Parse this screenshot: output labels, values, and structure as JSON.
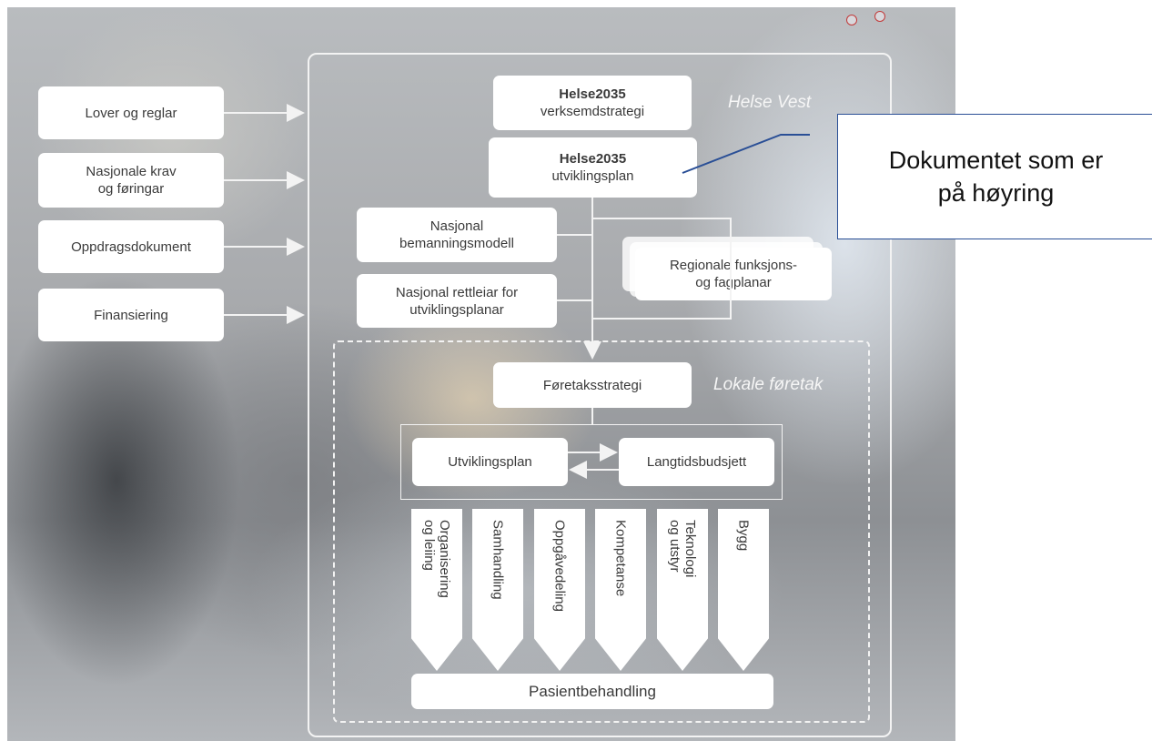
{
  "inputs": [
    {
      "label": "Lover og reglar"
    },
    {
      "label_lines": [
        "Nasjonale krav",
        "og føringar"
      ]
    },
    {
      "label": "Oppdragsdokument"
    },
    {
      "label": "Finansiering"
    }
  ],
  "helse_vest": {
    "label": "Helse Vest",
    "strategy": {
      "title": "Helse2035",
      "subtitle": "verksemdstrategi"
    },
    "plan": {
      "title": "Helse2035",
      "subtitle": "utviklingsplan"
    },
    "staffing_lines": [
      "Nasjonal",
      "bemanningsmodell"
    ],
    "guide_lines": [
      "Nasjonal rettleiar for",
      "utviklingsplanar"
    ],
    "regional_lines": [
      "Regionale funksjons-",
      "og fagplanar"
    ]
  },
  "callout": {
    "lines": [
      "Dokumentet som er",
      "på høyring"
    ]
  },
  "local": {
    "label": "Lokale føretak",
    "strategy": "Føretaksstrategi",
    "development_plan": "Utviklingsplan",
    "long_term_budget": "Langtidsbudsjett",
    "themes": [
      "Organisering\nog leiing",
      "Samhandling",
      "Oppgåvedeling",
      "Kompetanse",
      "Teknologi\nog utstyr",
      "Bygg"
    ],
    "outcome": "Pasientbehandling"
  },
  "colors": {
    "callout_border": "#2a4f96",
    "frame": "#f3f3f3",
    "box": "#ffffff"
  }
}
